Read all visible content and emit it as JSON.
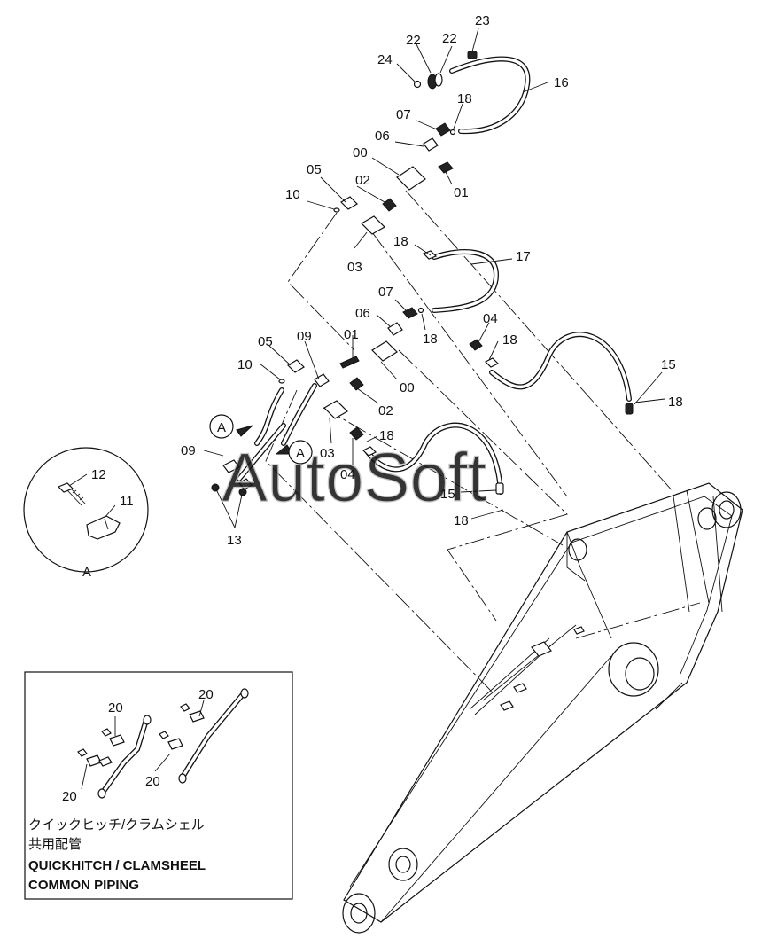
{
  "watermark": "AutoSoft",
  "callouts": {
    "c23": "23",
    "c22a": "22",
    "c22b": "22",
    "c24": "24",
    "c16": "16",
    "c18a": "18",
    "c07a": "07",
    "c06a": "06",
    "c00a": "00",
    "c01a": "01",
    "c05a": "05",
    "c02a": "02",
    "c10a": "10",
    "c03a": "03",
    "c18b": "18",
    "c17": "17",
    "c07b": "07",
    "c06b": "06",
    "c18c": "18",
    "c04a": "04",
    "c18d": "18",
    "c05b": "05",
    "c09a": "09",
    "c01b": "01",
    "c10b": "10",
    "c00b": "00",
    "c02b": "02",
    "c15a": "15",
    "c18e": "18",
    "c18f": "18",
    "c09b": "09",
    "c03b": "03",
    "c04b": "04",
    "c15b": "15",
    "c18g": "18",
    "c13": "13",
    "c12": "12",
    "c11": "11",
    "c20a": "20",
    "c20b": "20",
    "c20c": "20",
    "c20d": "20"
  },
  "view_markers": {
    "detail_label": "A",
    "arrow_a1": "A",
    "arrow_a2": "A"
  },
  "inset_caption": {
    "line1": "クイックヒッチ/クラムシェル",
    "line2": "共用配管",
    "line3": "QUICKHITCH / CLAMSHEEL",
    "line4": "COMMON  PIPING"
  }
}
